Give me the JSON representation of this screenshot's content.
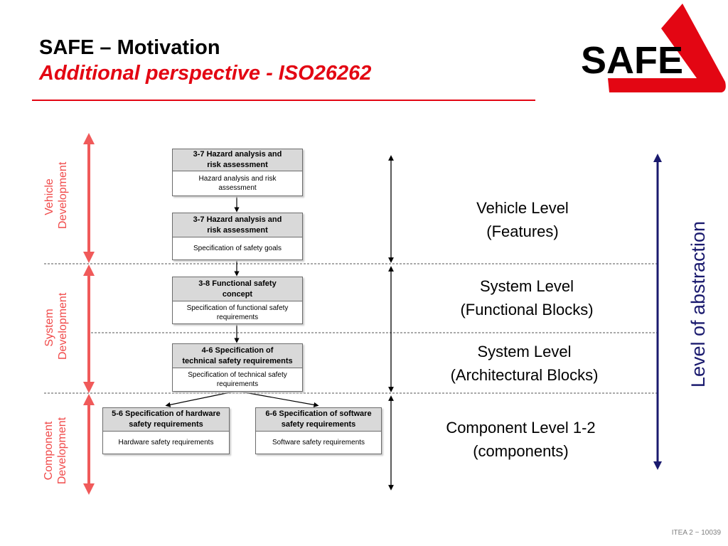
{
  "header": {
    "title": "SAFE – Motivation",
    "subtitle": "Additional perspective - ISO26262",
    "logo_text": "SAFE"
  },
  "dev_labels": {
    "vehicle": [
      "Vehicle",
      "Development"
    ],
    "system": [
      "System",
      "Development"
    ],
    "component": [
      "Component",
      "Development"
    ]
  },
  "boxes": {
    "hazard1": {
      "header": [
        "3-7 Hazard analysis and",
        "risk assessment"
      ],
      "body": [
        "Hazard analysis and risk",
        "assessment"
      ]
    },
    "hazard2": {
      "header": [
        "3-7 Hazard analysis and",
        "risk assessment"
      ],
      "body": [
        "Specification of safety goals"
      ]
    },
    "fsc": {
      "header": [
        "3-8 Functional safety",
        "concept"
      ],
      "body": [
        "Specification of functional safety",
        "requirements"
      ]
    },
    "tsr": {
      "header": [
        "4-6 Specification of",
        "technical safety requirements"
      ],
      "body": [
        "Specification of technical safety",
        "requirements"
      ]
    },
    "hw": {
      "header": [
        "5-6 Specification of hardware",
        "safety requirements"
      ],
      "body": [
        "Hardware safety requirements"
      ]
    },
    "sw": {
      "header": [
        "6-6 Specification of software",
        "safety requirements"
      ],
      "body": [
        "Software safety requirements"
      ]
    }
  },
  "levels": {
    "vehicle": [
      "Vehicle Level",
      "(Features)"
    ],
    "system_functional": [
      "System Level",
      "(Functional Blocks)"
    ],
    "system_architectural": [
      "System Level",
      "(Architectural Blocks)"
    ],
    "component": [
      "Component Level 1-2",
      "(components)"
    ]
  },
  "abstraction_label": "Level of abstraction",
  "footer": "ITEA 2 ~ 10039",
  "colors": {
    "accent_red": "#e30613",
    "dev_arrow_red": "#f05a5a",
    "abstraction_navy": "#1a1a6e",
    "box_header_gray": "#d9d9d9"
  }
}
